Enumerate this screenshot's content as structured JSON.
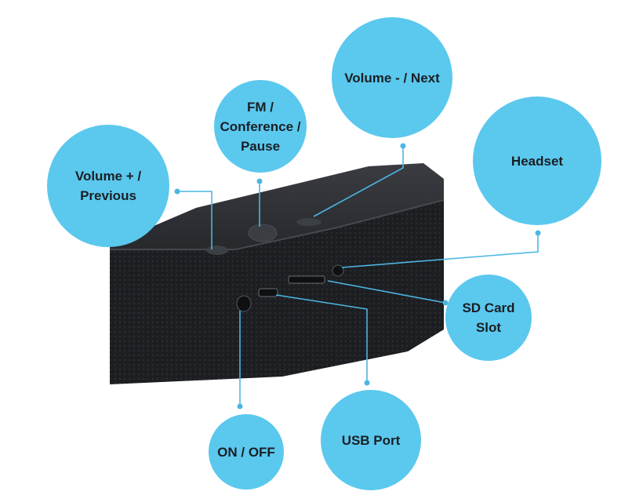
{
  "colors": {
    "bubble": "#5bc8ee",
    "callout_line": "#4cb6e2",
    "device_top": "#2f3136",
    "device_front": "#1d1f22",
    "label_text": "#1a1f24"
  },
  "callouts": {
    "volume_up": "Volume + /\nPrevious",
    "fm": "FM /\nConference /\nPause",
    "volume_down": "Volume - / Next",
    "headset": "Headset",
    "sd_card": "SD Card\nSlot",
    "on_off": "ON / OFF",
    "usb": "USB Port"
  },
  "device": {
    "name": "bluetooth-speaker"
  }
}
